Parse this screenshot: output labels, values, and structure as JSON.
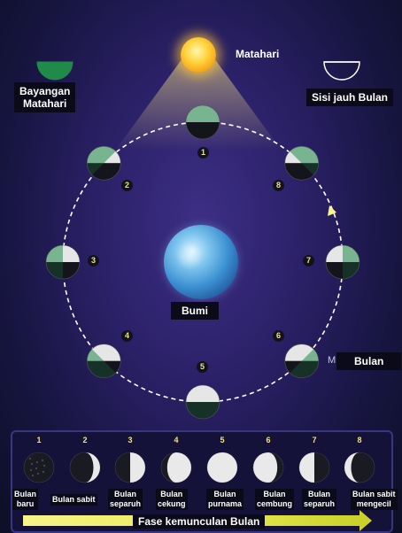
{
  "labels": {
    "sun": "Matahari",
    "shadow": "Bayangan\nMatahari",
    "far_side": "Sisi jauh Bulan",
    "earth": "Bumi",
    "moon": "Bulan",
    "moon_marker": "M"
  },
  "orbit_numbers": [
    "1",
    "2",
    "3",
    "4",
    "5",
    "6",
    "7",
    "8"
  ],
  "phases": [
    {
      "num": "1",
      "label": "Bulan\nbaru"
    },
    {
      "num": "2",
      "label": "Bulan sabit"
    },
    {
      "num": "3",
      "label": "Bulan\nseparuh"
    },
    {
      "num": "4",
      "label": "Bulan\ncekung"
    },
    {
      "num": "5",
      "label": "Bulan\npurnama"
    },
    {
      "num": "6",
      "label": "Bulan\ncembung"
    },
    {
      "num": "7",
      "label": "Bulan\nseparuh"
    },
    {
      "num": "8",
      "label": "Bulan sabit\nmengecil"
    }
  ],
  "caption": "Fase kemunculan Bulan",
  "colors": {
    "shadow_green": "#1f8a4a",
    "moon_lit": "#e8e8e8",
    "moon_dark": "#15151c",
    "sun": "#ffc52a"
  }
}
